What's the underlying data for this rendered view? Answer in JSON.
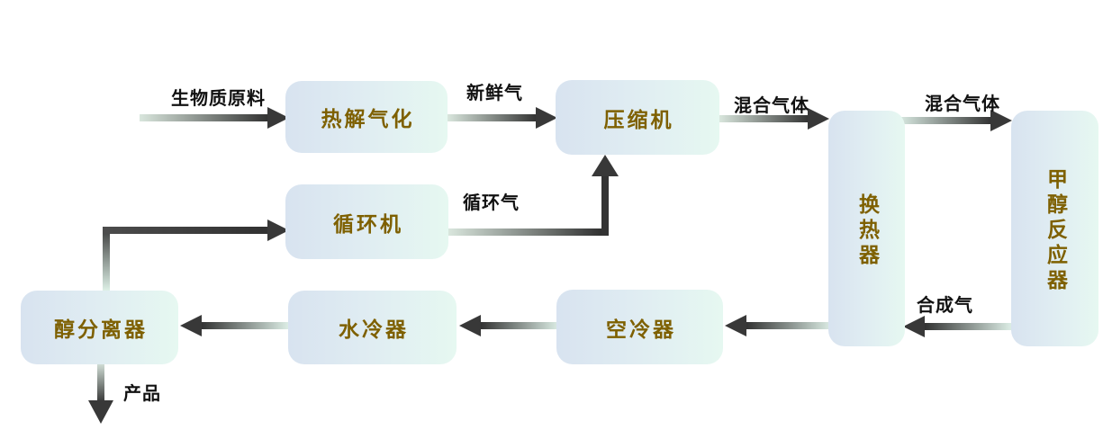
{
  "diagram": {
    "type": "process-flow-diagram",
    "colors": {
      "background": "#ffffff",
      "node_fill_left": "#d8e3f0",
      "node_fill_right": "#e6f8f1",
      "node_text": "#7e6000",
      "stream_label_text": "#111111",
      "arrow_dark": "#333333",
      "arrow_light": "#d9e6dd"
    },
    "nodes": {
      "pyrolysis": {
        "label": "热解气化"
      },
      "compressor": {
        "label": "压缩机"
      },
      "recycler": {
        "label": "循环机"
      },
      "heat_exchanger": {
        "label": "换热器"
      },
      "methanol_reactor": {
        "label": "甲醇反应器"
      },
      "air_cooler": {
        "label": "空冷器"
      },
      "water_cooler": {
        "label": "水冷器"
      },
      "separator": {
        "label": "醇分离器"
      }
    },
    "edges": [
      {
        "from": "feed",
        "to": "pyrolysis",
        "label": "生物质原料"
      },
      {
        "from": "pyrolysis",
        "to": "compressor",
        "label": "新鲜气"
      },
      {
        "from": "compressor",
        "to": "heat_exchanger",
        "label": "混合气体"
      },
      {
        "from": "heat_exchanger",
        "to": "methanol_reactor",
        "label": "混合气体"
      },
      {
        "from": "methanol_reactor",
        "to": "heat_exchanger",
        "label": "合成气"
      },
      {
        "from": "heat_exchanger",
        "to": "air_cooler",
        "label": ""
      },
      {
        "from": "air_cooler",
        "to": "water_cooler",
        "label": ""
      },
      {
        "from": "water_cooler",
        "to": "separator",
        "label": ""
      },
      {
        "from": "separator",
        "to": "recycler",
        "label": ""
      },
      {
        "from": "recycler",
        "to": "compressor",
        "label": "循环气"
      },
      {
        "from": "separator",
        "to": "product",
        "label": "产品"
      }
    ]
  }
}
